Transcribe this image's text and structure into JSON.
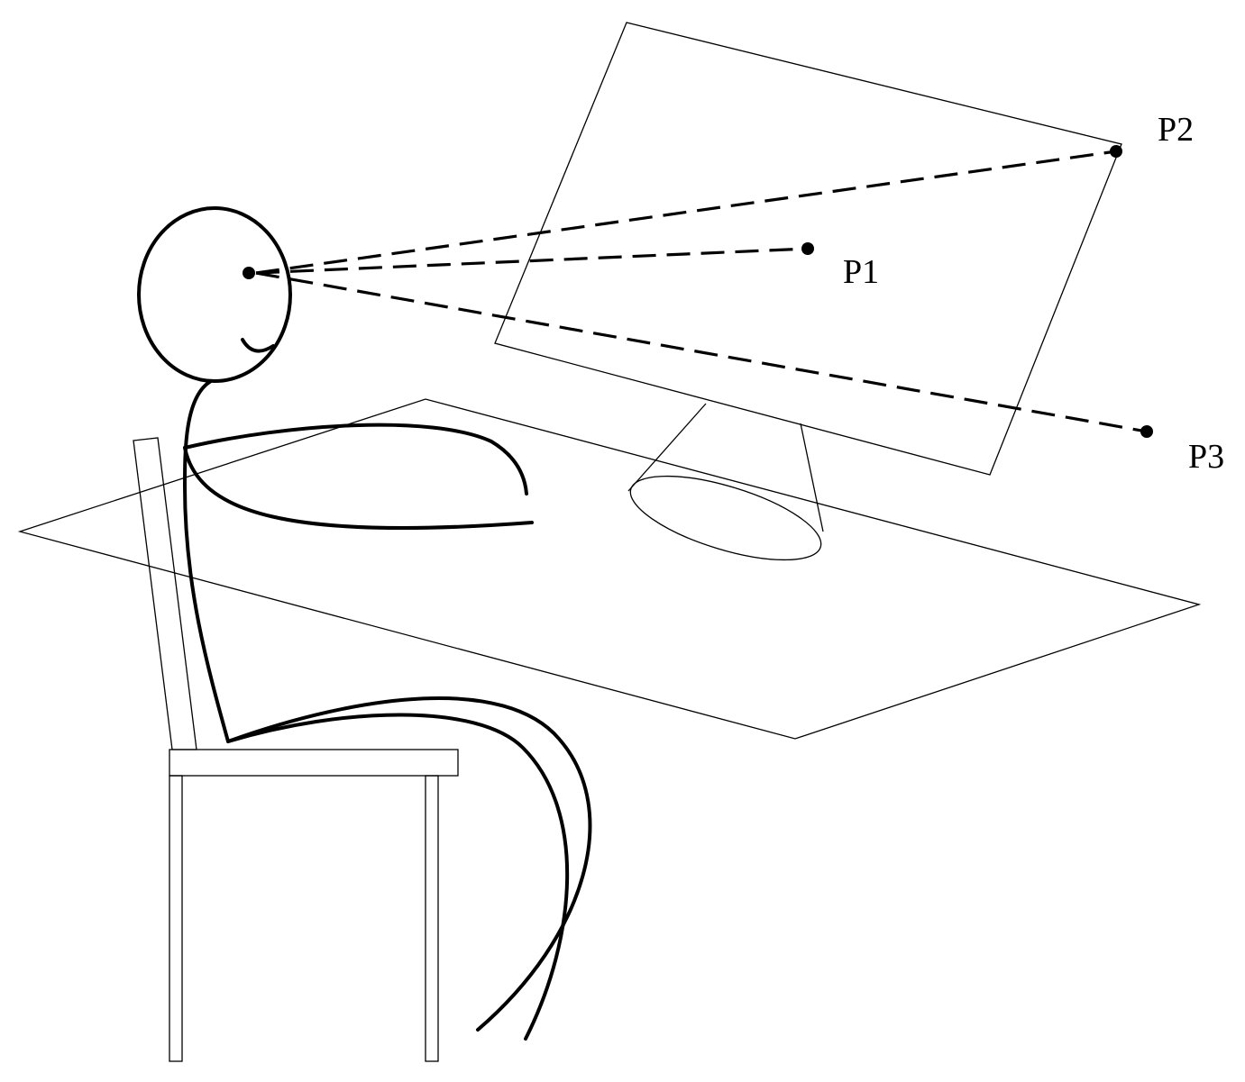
{
  "labels": {
    "p1": "P1",
    "p2": "P2",
    "p3": "P3"
  },
  "colors": {
    "stroke": "#000000",
    "background": "#ffffff"
  }
}
